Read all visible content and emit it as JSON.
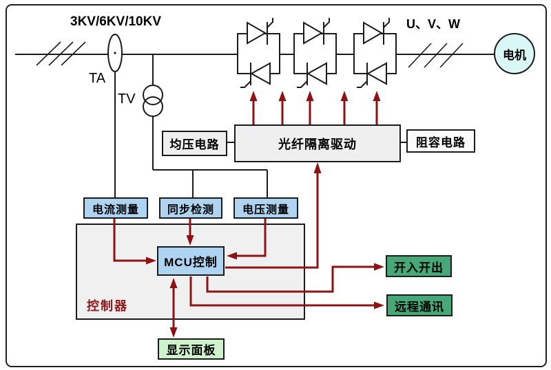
{
  "power_line": {
    "voltage_label": "3KV/6KV/10KV",
    "ta_label": "TA",
    "tv_label": "TV",
    "phase_label": "U、V、W",
    "motor_label": "电机"
  },
  "blocks": {
    "equalizing": "均压电路",
    "fiber_drive": "光纤隔离驱动",
    "rc_snubber": "阻容电路",
    "current_measure": "电流测量",
    "sync_detect": "同步检测",
    "voltage_measure": "电压测量",
    "mcu": "MCU控制",
    "controller": "控制器",
    "digital_io": "开入开出",
    "remote_comm": "远程通讯",
    "display_panel": "显示面板"
  },
  "colors": {
    "arrow_red": "#8e1212",
    "measure_blue": "#aed4f2",
    "io_green": "#46a877",
    "display_green": "#cdf2cc",
    "module_gray": "#efefef",
    "motor_cyan": "#d9f7f5",
    "line_black": "#1a1a1a"
  }
}
